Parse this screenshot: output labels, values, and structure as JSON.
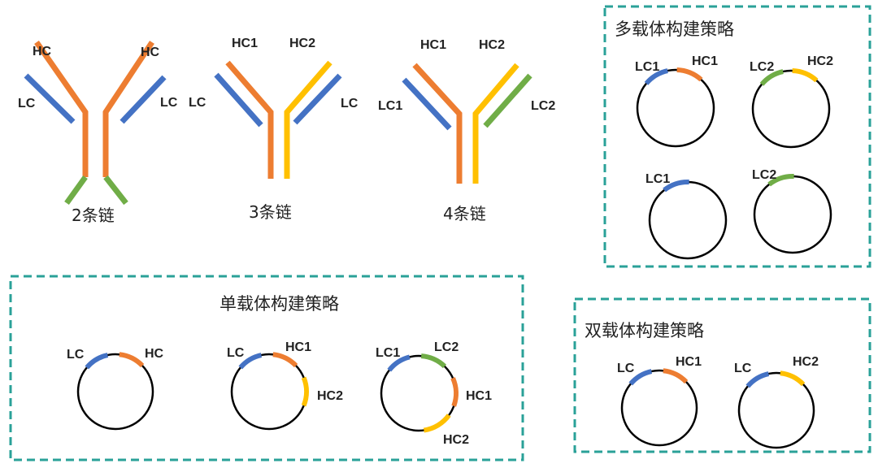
{
  "colors": {
    "hc": "#ED7D31",
    "lc": "#4472C4",
    "hc2": "#FFC000",
    "lc2": "#70AD47",
    "fc": "#70AD47",
    "box": "#2AA198",
    "circle": "#000000"
  },
  "antibodies": {
    "two_chain": {
      "hc_left": "HC",
      "hc_right": "HC",
      "lc_left": "LC",
      "lc_right": "LC",
      "caption": "2条链"
    },
    "three_chain": {
      "hc_left": "HC1",
      "hc_right": "HC2",
      "lc_left": "LC",
      "lc_right": "LC",
      "caption": "3条链"
    },
    "four_chain": {
      "hc_left": "HC1",
      "hc_right": "HC2",
      "lc_left": "LC1",
      "lc_right": "LC2",
      "caption": "4条链"
    }
  },
  "strategies": {
    "single": {
      "title": "单载体构建策略",
      "plasmid1": {
        "lc": "LC",
        "hc": "HC"
      },
      "plasmid2": {
        "lc": "LC",
        "hc1": "HC1",
        "hc2": "HC2"
      },
      "plasmid3": {
        "lc1": "LC1",
        "lc2": "LC2",
        "hc1": "HC1",
        "hc2": "HC2"
      }
    },
    "multi": {
      "title": "多载体构建策略",
      "plasmid1": {
        "lc": "LC1",
        "hc": "HC1"
      },
      "plasmid2": {
        "lc": "LC2",
        "hc": "HC2"
      },
      "plasmid3": {
        "lc": "LC1"
      },
      "plasmid4": {
        "lc": "LC2"
      }
    },
    "dual": {
      "title": "双载体构建策略",
      "plasmid1": {
        "lc": "LC",
        "hc": "HC1"
      },
      "plasmid2": {
        "lc": "LC",
        "hc": "HC2"
      }
    }
  }
}
